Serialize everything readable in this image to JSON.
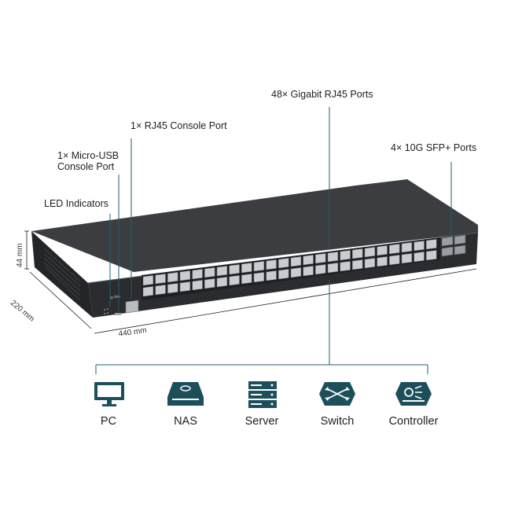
{
  "callouts": {
    "rj45_ports": "48× Gigabit RJ45 Ports",
    "console_port": "1× RJ45 Console Port",
    "usb_console_line1": "1× Micro-USB",
    "usb_console_line2": "Console Port",
    "sfp_ports": "4× 10G SFP+ Ports",
    "led": "LED Indicators"
  },
  "dimensions": {
    "height": "44 mm",
    "depth": "220 mm",
    "width": "440 mm"
  },
  "devices": [
    {
      "label": "PC",
      "icon": "monitor-icon"
    },
    {
      "label": "NAS",
      "icon": "nas-icon"
    },
    {
      "label": "Server",
      "icon": "server-rack-icon"
    },
    {
      "label": "Switch",
      "icon": "switch-arrows-icon"
    },
    {
      "label": "Controller",
      "icon": "controller-icon"
    }
  ],
  "colors": {
    "accent_teal": "#1f5f6b",
    "chassis_dark": "#2b2d30",
    "chassis_top": "#3a3c3f",
    "icon_fill": "#1d4f5b"
  }
}
